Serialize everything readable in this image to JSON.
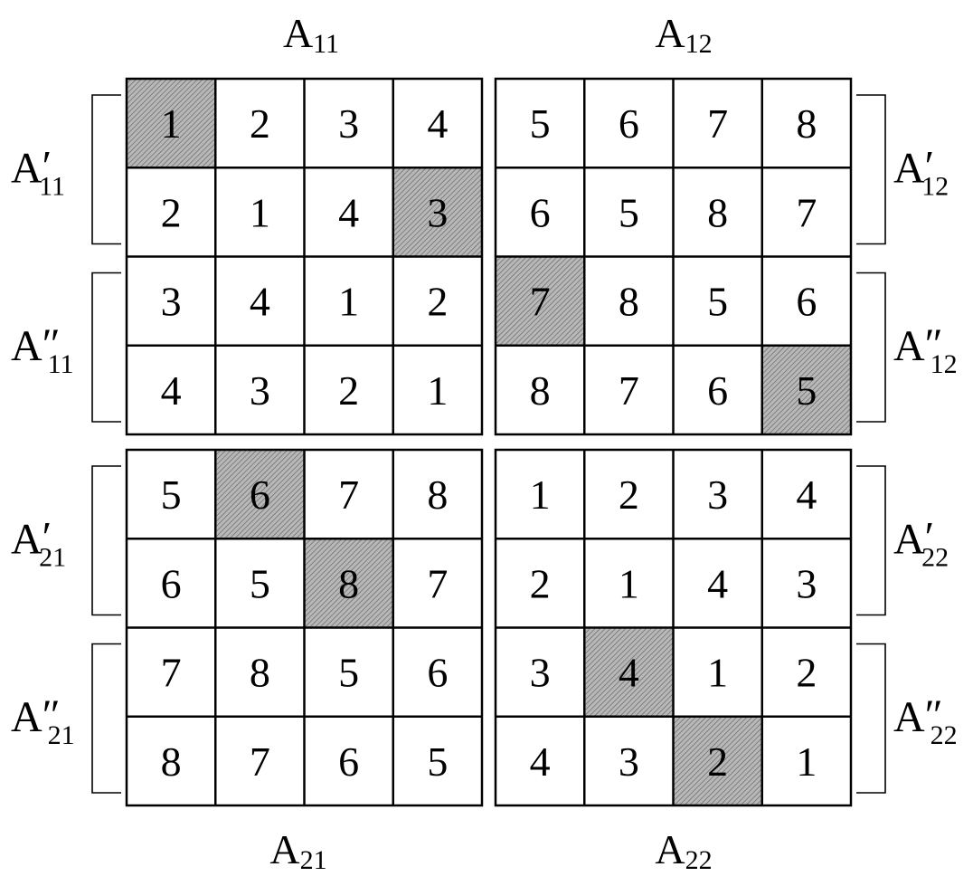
{
  "colors": {
    "shade": "#b8b8b8",
    "hatch": "#666666",
    "line": "#000000",
    "background": "#ffffff"
  },
  "matrix_titles": [
    {
      "base": "A",
      "sub": "11"
    },
    {
      "base": "A",
      "sub": "12"
    },
    {
      "base": "A",
      "sub": "21"
    },
    {
      "base": "A",
      "sub": "22"
    }
  ],
  "blocks": [
    {
      "name": "A11",
      "rows": [
        [
          "1",
          "2",
          "3",
          "4"
        ],
        [
          "2",
          "1",
          "4",
          "3"
        ],
        [
          "3",
          "4",
          "1",
          "2"
        ],
        [
          "4",
          "3",
          "2",
          "1"
        ]
      ],
      "shaded": [
        [
          0,
          0
        ],
        [
          1,
          3
        ]
      ],
      "bracket_side": "left",
      "brackets": [
        {
          "base": "A",
          "prime": "′",
          "sub": "11"
        },
        {
          "base": "A",
          "prime": "″",
          "sub": "11"
        }
      ]
    },
    {
      "name": "A12",
      "rows": [
        [
          "5",
          "6",
          "7",
          "8"
        ],
        [
          "6",
          "5",
          "8",
          "7"
        ],
        [
          "7",
          "8",
          "5",
          "6"
        ],
        [
          "8",
          "7",
          "6",
          "5"
        ]
      ],
      "shaded": [
        [
          2,
          0
        ],
        [
          3,
          3
        ]
      ],
      "bracket_side": "right",
      "brackets": [
        {
          "base": "A",
          "prime": "′",
          "sub": "12"
        },
        {
          "base": "A",
          "prime": "″",
          "sub": "12"
        }
      ]
    },
    {
      "name": "A21",
      "rows": [
        [
          "5",
          "6",
          "7",
          "8"
        ],
        [
          "6",
          "5",
          "8",
          "7"
        ],
        [
          "7",
          "8",
          "5",
          "6"
        ],
        [
          "8",
          "7",
          "6",
          "5"
        ]
      ],
      "shaded": [
        [
          0,
          1
        ],
        [
          1,
          2
        ]
      ],
      "bracket_side": "left",
      "brackets": [
        {
          "base": "A",
          "prime": "′",
          "sub": "21"
        },
        {
          "base": "A",
          "prime": "″",
          "sub": "21"
        }
      ]
    },
    {
      "name": "A22",
      "rows": [
        [
          "1",
          "2",
          "3",
          "4"
        ],
        [
          "2",
          "1",
          "4",
          "3"
        ],
        [
          "3",
          "4",
          "1",
          "2"
        ],
        [
          "4",
          "3",
          "2",
          "1"
        ]
      ],
      "shaded": [
        [
          2,
          1
        ],
        [
          3,
          2
        ]
      ],
      "bracket_side": "right",
      "brackets": [
        {
          "base": "A",
          "prime": "′",
          "sub": "22"
        },
        {
          "base": "A",
          "prime": "″",
          "sub": "22"
        }
      ]
    }
  ]
}
